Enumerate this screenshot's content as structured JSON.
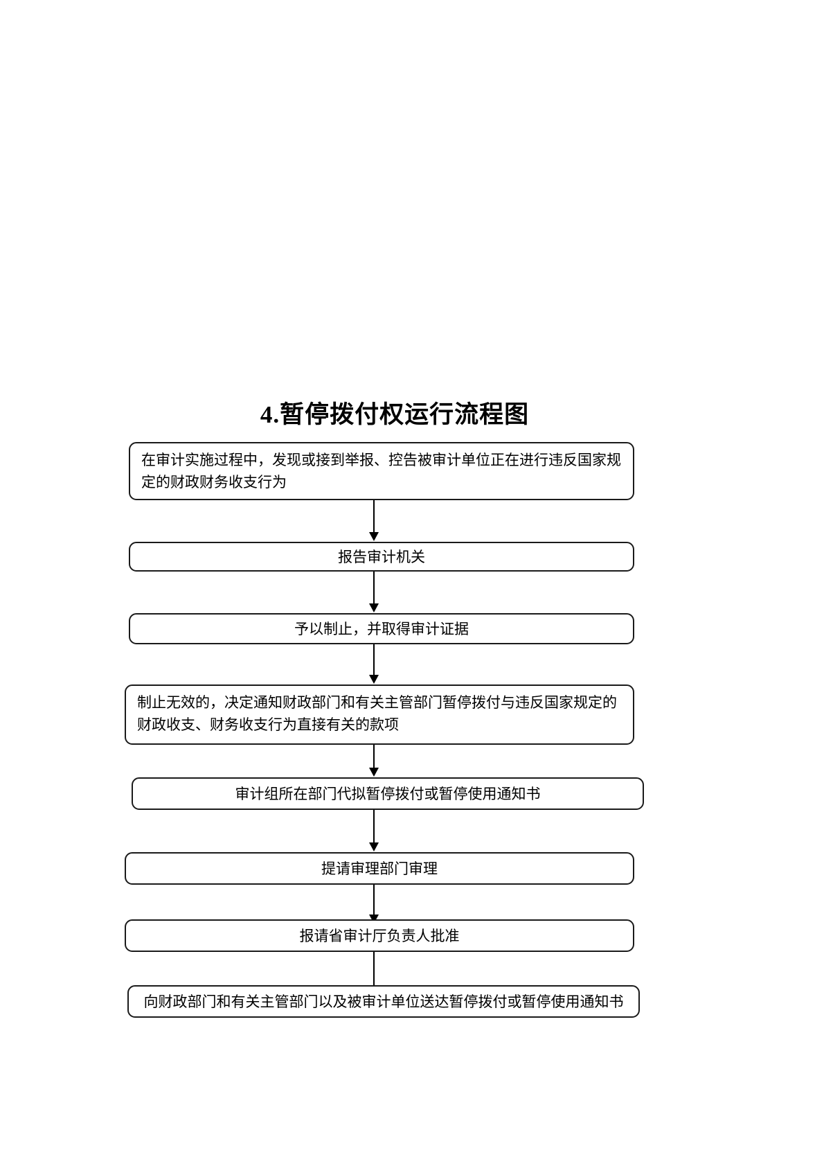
{
  "flowchart": {
    "title": "4.暂停拨付权运行流程图",
    "steps": [
      {
        "text": "在审计实施过程中，发现或接到举报、控告被审计单位正在进行违反国家规定的财政财务收支行为"
      },
      {
        "text": "报告审计机关"
      },
      {
        "text": "予以制止，并取得审计证据"
      },
      {
        "text": "制止无效的，决定通知财政部门和有关主管部门暂停拨付与违反国家规定的财政收支、财务收支行为直接有关的款项"
      },
      {
        "text": "审计组所在部门代拟暂停拨付或暂停使用通知书"
      },
      {
        "text": "提请审理部门审理"
      },
      {
        "text": "报请省审计厅负责人批准"
      },
      {
        "text": "向财政部门和有关主管部门以及被审计单位送达暂停拨付或暂停使用通知书"
      }
    ],
    "colors": {
      "border": "#1a1a1a",
      "background": "#ffffff",
      "text": "#000000"
    }
  }
}
